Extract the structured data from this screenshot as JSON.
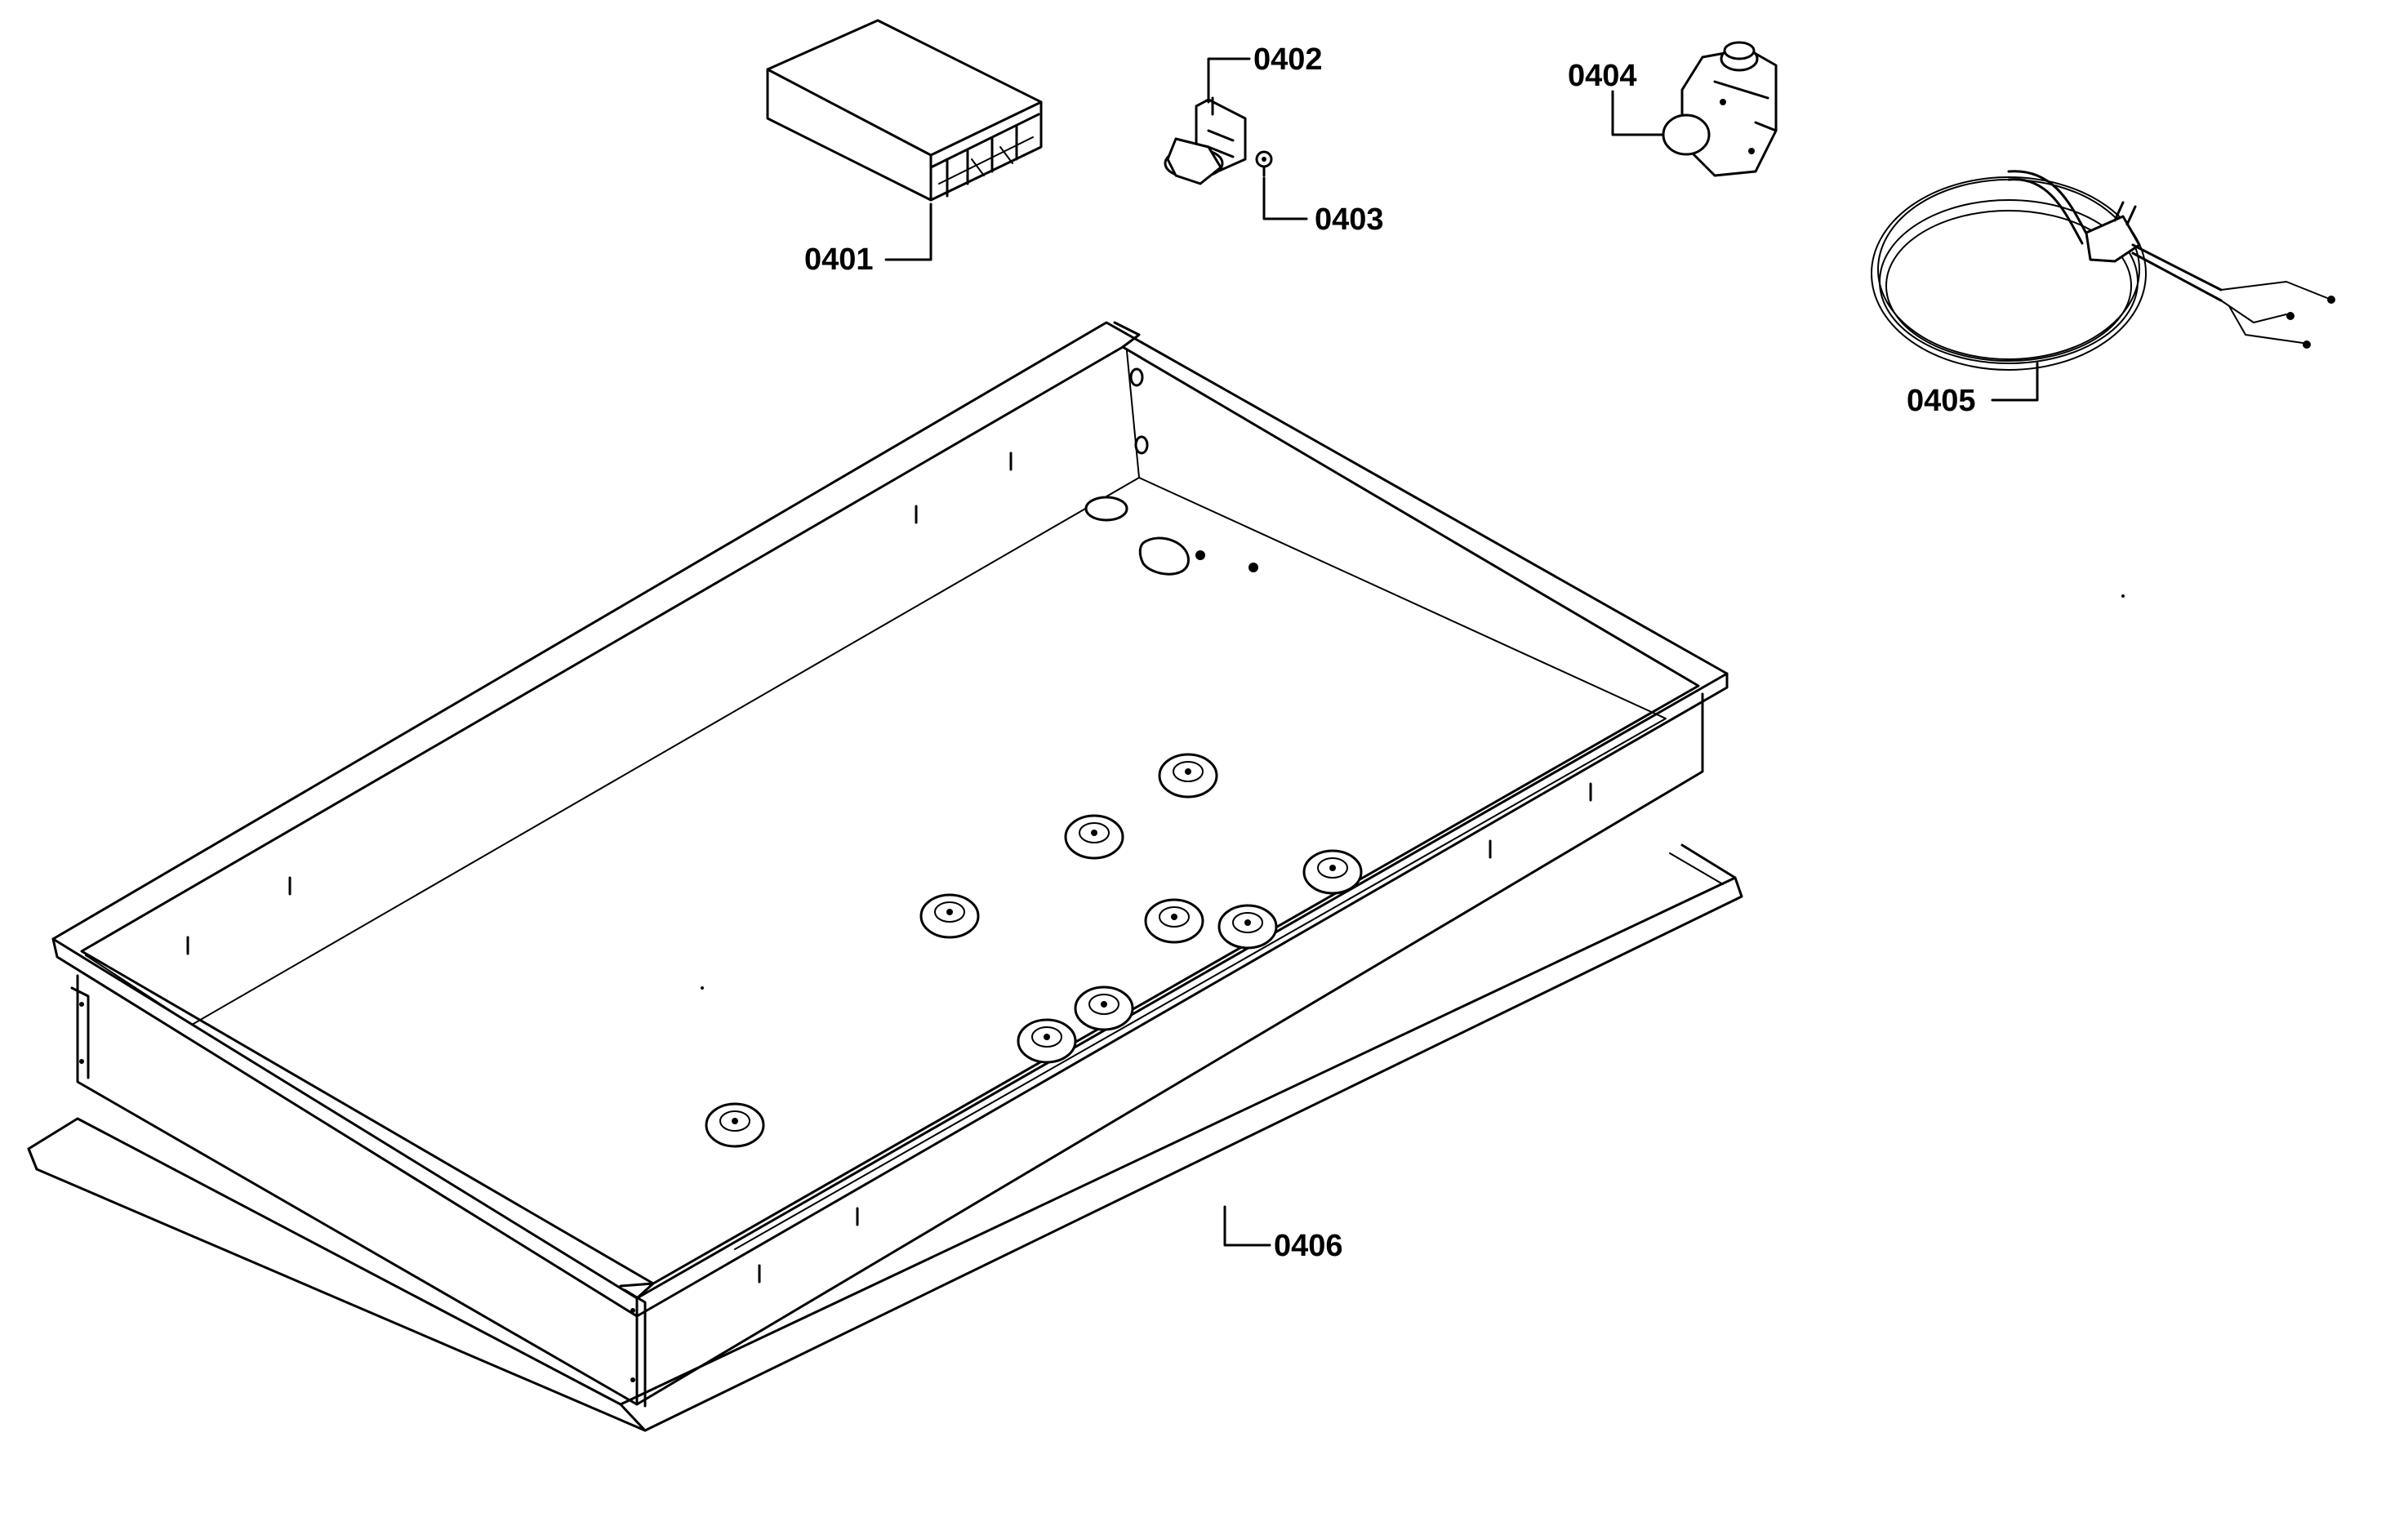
{
  "diagram": {
    "parts": [
      {
        "id": "0401",
        "kind": "junction box"
      },
      {
        "id": "0402",
        "kind": "switch"
      },
      {
        "id": "0403",
        "kind": "screw"
      },
      {
        "id": "0404",
        "kind": "valve"
      },
      {
        "id": "0405",
        "kind": "power cord"
      },
      {
        "id": "0406",
        "kind": "gasket"
      }
    ],
    "labels": {
      "p0401": "0401",
      "p0402": "0402",
      "p0403": "0403",
      "p0404": "0404",
      "p0405": "0405",
      "p0406": "0406"
    }
  },
  "colors": {
    "line": "#000000",
    "background": "#ffffff"
  }
}
